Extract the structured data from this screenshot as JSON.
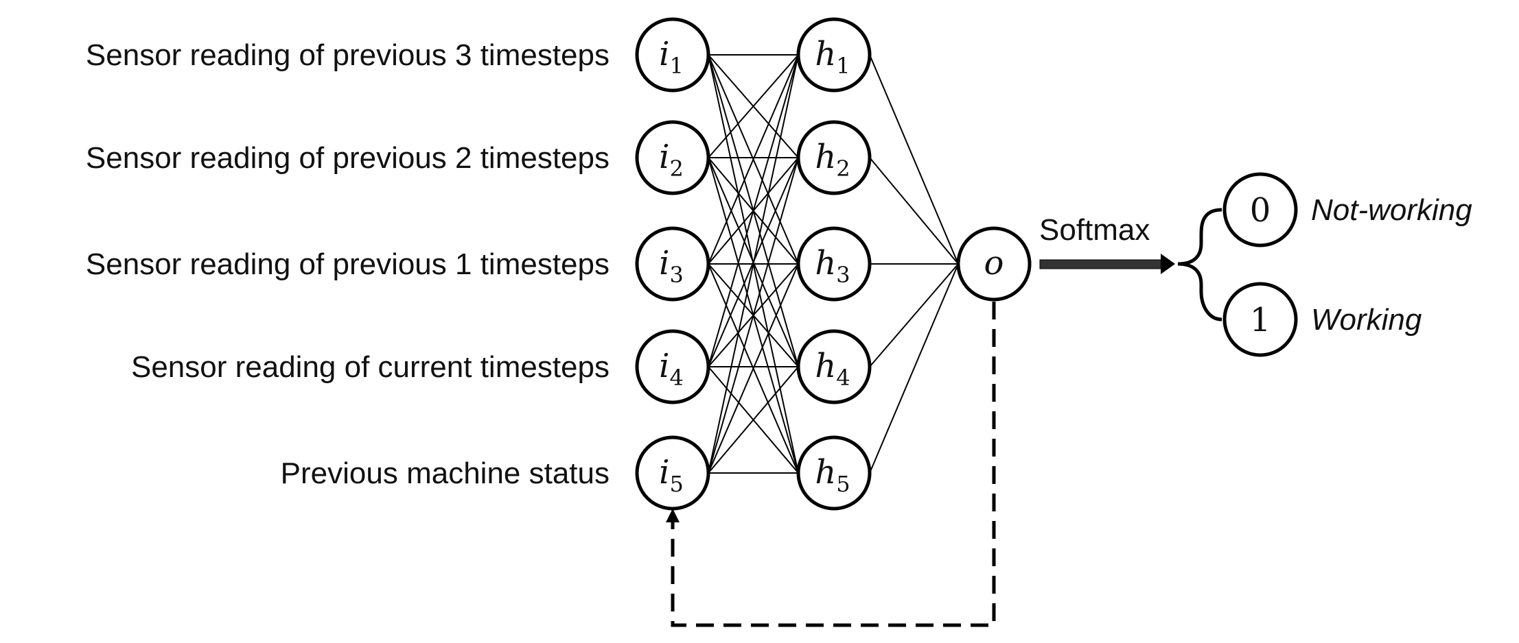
{
  "inputs": [
    {
      "label": "Sensor reading of previous 3 timesteps",
      "var": "i",
      "sub": "1"
    },
    {
      "label": "Sensor reading of previous 2 timesteps",
      "var": "i",
      "sub": "2"
    },
    {
      "label": "Sensor reading of previous 1 timesteps",
      "var": "i",
      "sub": "3"
    },
    {
      "label": "Sensor reading of current timesteps",
      "var": "i",
      "sub": "4"
    },
    {
      "label": "Previous machine status",
      "var": "i",
      "sub": "5"
    }
  ],
  "hidden": [
    {
      "var": "h",
      "sub": "1"
    },
    {
      "var": "h",
      "sub": "2"
    },
    {
      "var": "h",
      "sub": "3"
    },
    {
      "var": "h",
      "sub": "4"
    },
    {
      "var": "h",
      "sub": "5"
    }
  ],
  "output": {
    "var": "o"
  },
  "softmax_label": "Softmax",
  "classes": [
    {
      "value": "0",
      "label": "Not-working"
    },
    {
      "value": "1",
      "label": "Working"
    }
  ]
}
